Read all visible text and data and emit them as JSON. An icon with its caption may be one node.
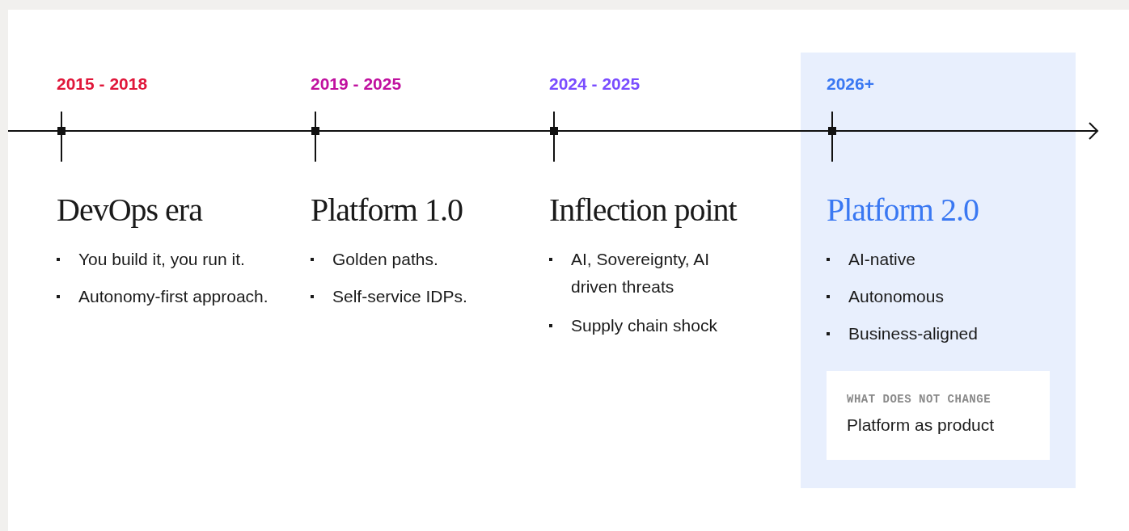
{
  "diagram": {
    "nodes": [
      {
        "text": [
          "2026+",
          "Platform 2.0",
          "AI-native",
          "Autonomous",
          "Business-aligned"
        ]
      },
      {
        "text": [
          "WHAT DOES NOT CHANGE",
          "Platform as product"
        ],
        "in": 0
      }
    ],
    "labels": [
      "2015 - 2018",
      "DevOps era",
      "You build it, you run it.",
      "Autonomy-first approach.",
      "2019 - 2025",
      "Platform 1.0",
      "Golden paths.",
      "Self-service IDPs.",
      "2024 - 2025",
      "Inflection point",
      "AI, Sovereignty, AI driven threats",
      "Supply chain shock"
    ]
  }
}
